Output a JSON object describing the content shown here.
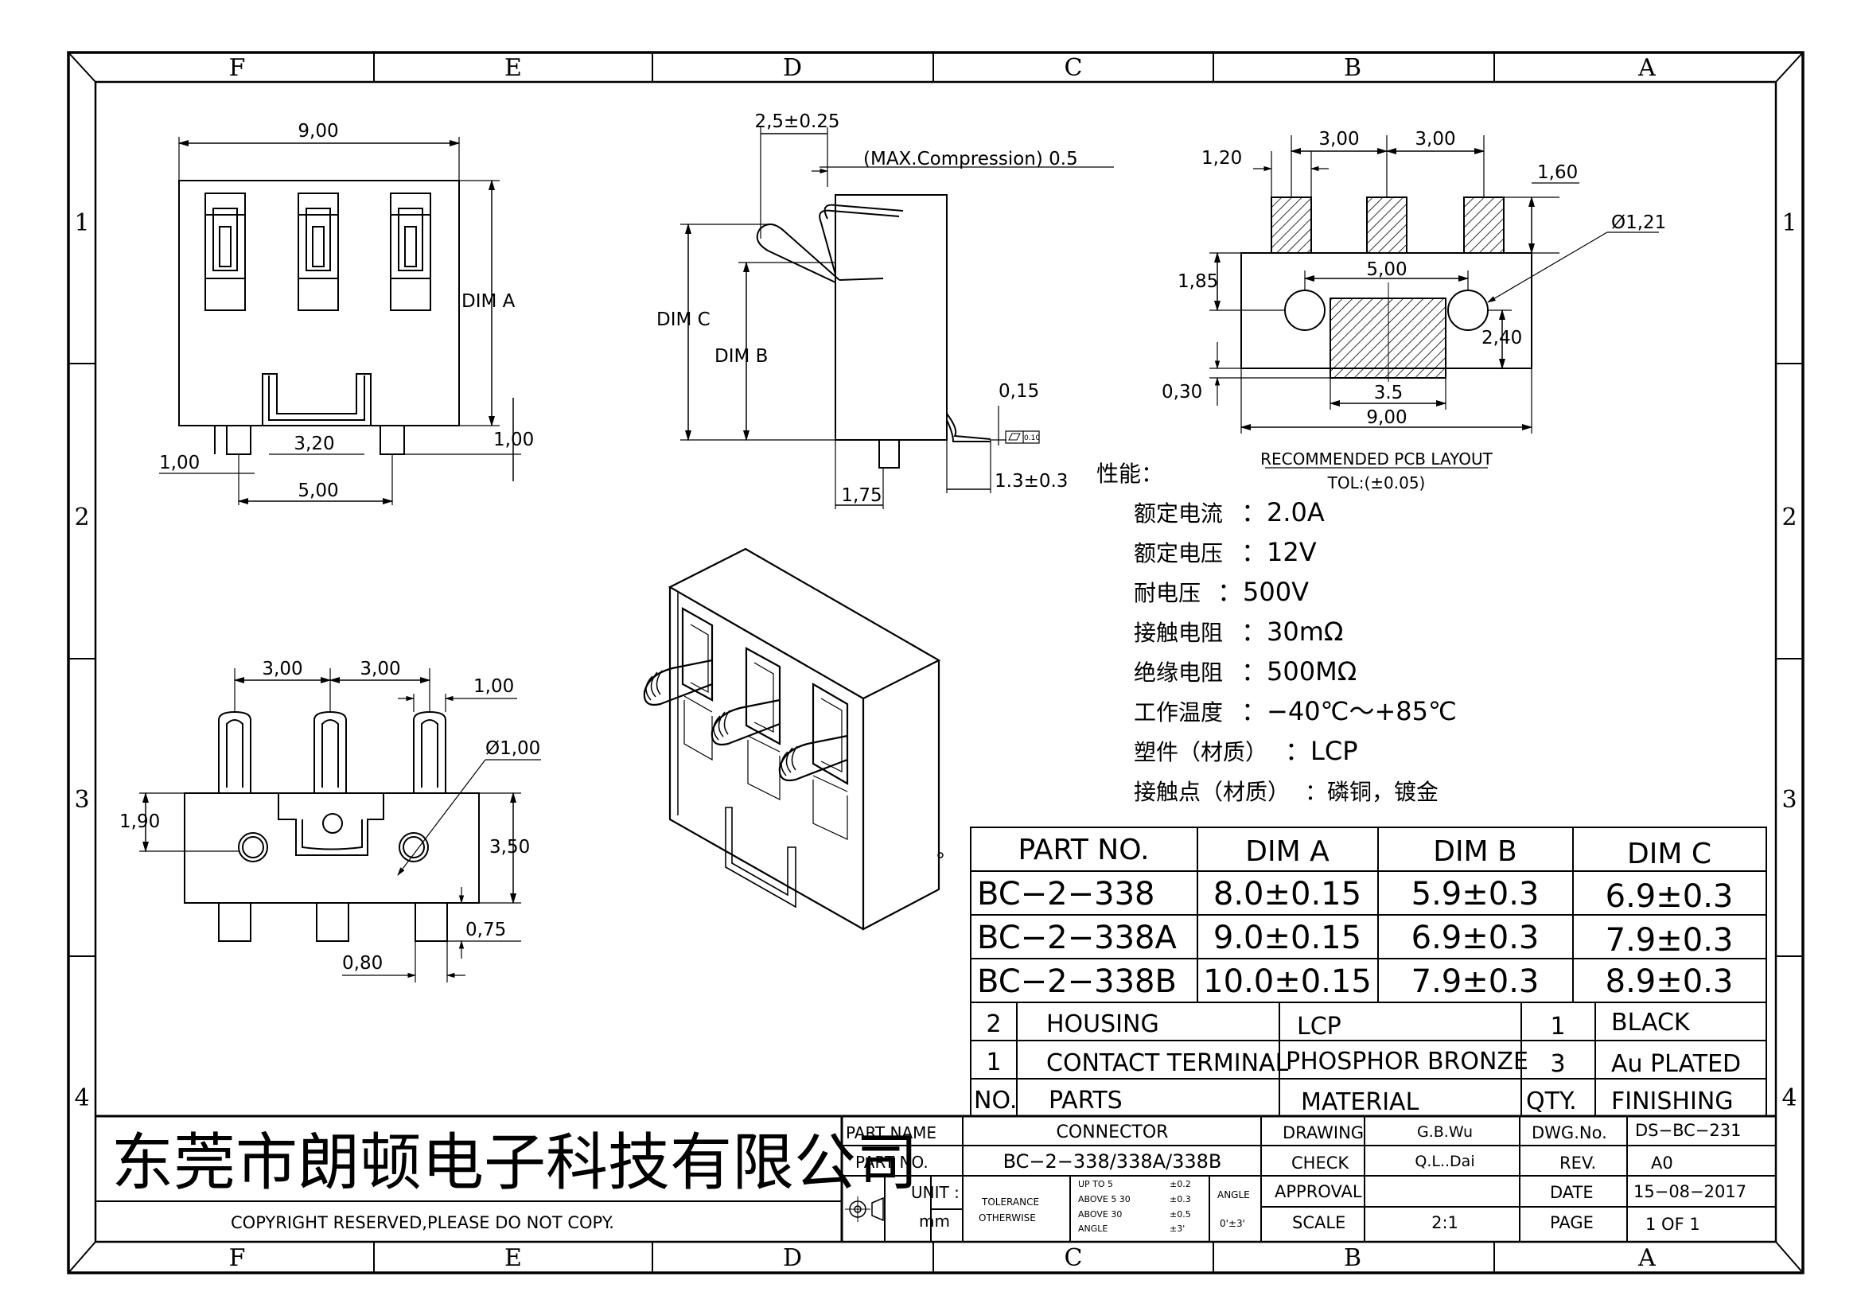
{
  "frame": {
    "cols": [
      "F",
      "E",
      "D",
      "C",
      "B",
      "A"
    ],
    "rows": [
      "1",
      "2",
      "3",
      "4"
    ]
  },
  "view_front": {
    "width": "9,00",
    "dim_a": "DIM A",
    "pitch": "3,20",
    "pin_offset": "1,00",
    "pin_span": "5,00",
    "pin_length": "1,00"
  },
  "view_side": {
    "top_dim": "2,5±0.25",
    "compression": "(MAX.Compression) 0.5",
    "dim_c": "DIM C",
    "dim_b": "DIM B",
    "tail_thk": "0,15",
    "tail_len": "1.3±0.3",
    "pin_w": "1,75",
    "flatness": "0.10"
  },
  "pcb": {
    "pad_w": "1,20",
    "pitch1": "3,00",
    "pitch2": "3,00",
    "pad_h": "1,60",
    "hole": "Ø1,21",
    "y1": "1,85",
    "hole_span": "5,00",
    "y2": "2,40",
    "x0": "0,30",
    "mid": "3.5",
    "total": "9,00",
    "title": "RECOMMENDED PCB LAYOUT",
    "tol": "TOL:(±0.05)"
  },
  "view_bottom": {
    "pitch1": "3,00",
    "pitch2": "3,00",
    "pin_w": "1,00",
    "hole": "Ø1,00",
    "y1": "1,90",
    "h": "3,50",
    "pin_len": "0,75",
    "pin_x": "0,80"
  },
  "specs": {
    "heading": "性能：",
    "items": [
      {
        "label": "额定电流",
        "value": "2.0A"
      },
      {
        "label": "额定电压",
        "value": "12V"
      },
      {
        "label": "耐电压",
        "value": "500V"
      },
      {
        "label": "接触电阻",
        "value": "30mΩ"
      },
      {
        "label": "绝缘电阻",
        "value": "500MΩ"
      },
      {
        "label": "工作温度",
        "value": "−40℃～+85℃"
      },
      {
        "label": "塑件（材质）",
        "value": "LCP"
      },
      {
        "label": "接触点（材质）",
        "value": "磷铜，镀金"
      }
    ]
  },
  "dim_table": {
    "headers": [
      "PART NO.",
      "DIM A",
      "DIM B",
      "DIM C"
    ],
    "rows": [
      [
        "BC−2−338",
        "8.0±0.15",
        "5.9±0.3",
        "6.9±0.3"
      ],
      [
        "BC−2−338A",
        "9.0±0.15",
        "6.9±0.3",
        "7.9±0.3"
      ],
      [
        "BC−2−338B",
        "10.0±0.15",
        "7.9±0.3",
        "8.9±0.3"
      ]
    ]
  },
  "bom": {
    "rows": [
      [
        "2",
        "HOUSING",
        "LCP",
        "1",
        "BLACK"
      ],
      [
        "1",
        "CONTACT TERMINAL",
        "PHOSPHOR BRONZE",
        "3",
        "Au PLATED"
      ]
    ],
    "header": [
      "NO.",
      "PARTS",
      "MATERIAL",
      "QTY.",
      "FINISHING"
    ]
  },
  "title_block": {
    "company": "东莞市朗顿电子科技有限公司",
    "copyright": "COPYRIGHT RESERVED,PLEASE DO NOT COPY.",
    "part_name_label": "PART NAME",
    "part_name": "CONNECTOR",
    "part_no_label": "PART NO.",
    "part_no": "BC−2−338/338A/338B",
    "unit_label": "UNIT :",
    "unit": "mm",
    "tolerance_label": "TOLERANCE",
    "otherwise_label": "OTHERWISE",
    "tol_ranges": [
      "UP TO 5",
      "ABOVE 5 30",
      "ABOVE 30",
      "ANGLE"
    ],
    "tol_values": [
      "±0.2",
      "±0.3",
      "±0.5",
      "±3'"
    ],
    "angle_label": "ANGLE",
    "angle_value": "0'±3'",
    "drawing_label": "DRAWING",
    "drawing": "G.B.Wu",
    "check_label": "CHECK",
    "check": "Q.L..Dai",
    "approval_label": "APPROVAL",
    "approval": "",
    "scale_label": "SCALE",
    "scale": "2:1",
    "dwg_no_label": "DWG.No.",
    "dwg_no": "DS−BC−231",
    "rev_label": "REV.",
    "rev": "A0",
    "date_label": "DATE",
    "date": "15−08−2017",
    "page_label": "PAGE",
    "page": "1 OF 1"
  }
}
